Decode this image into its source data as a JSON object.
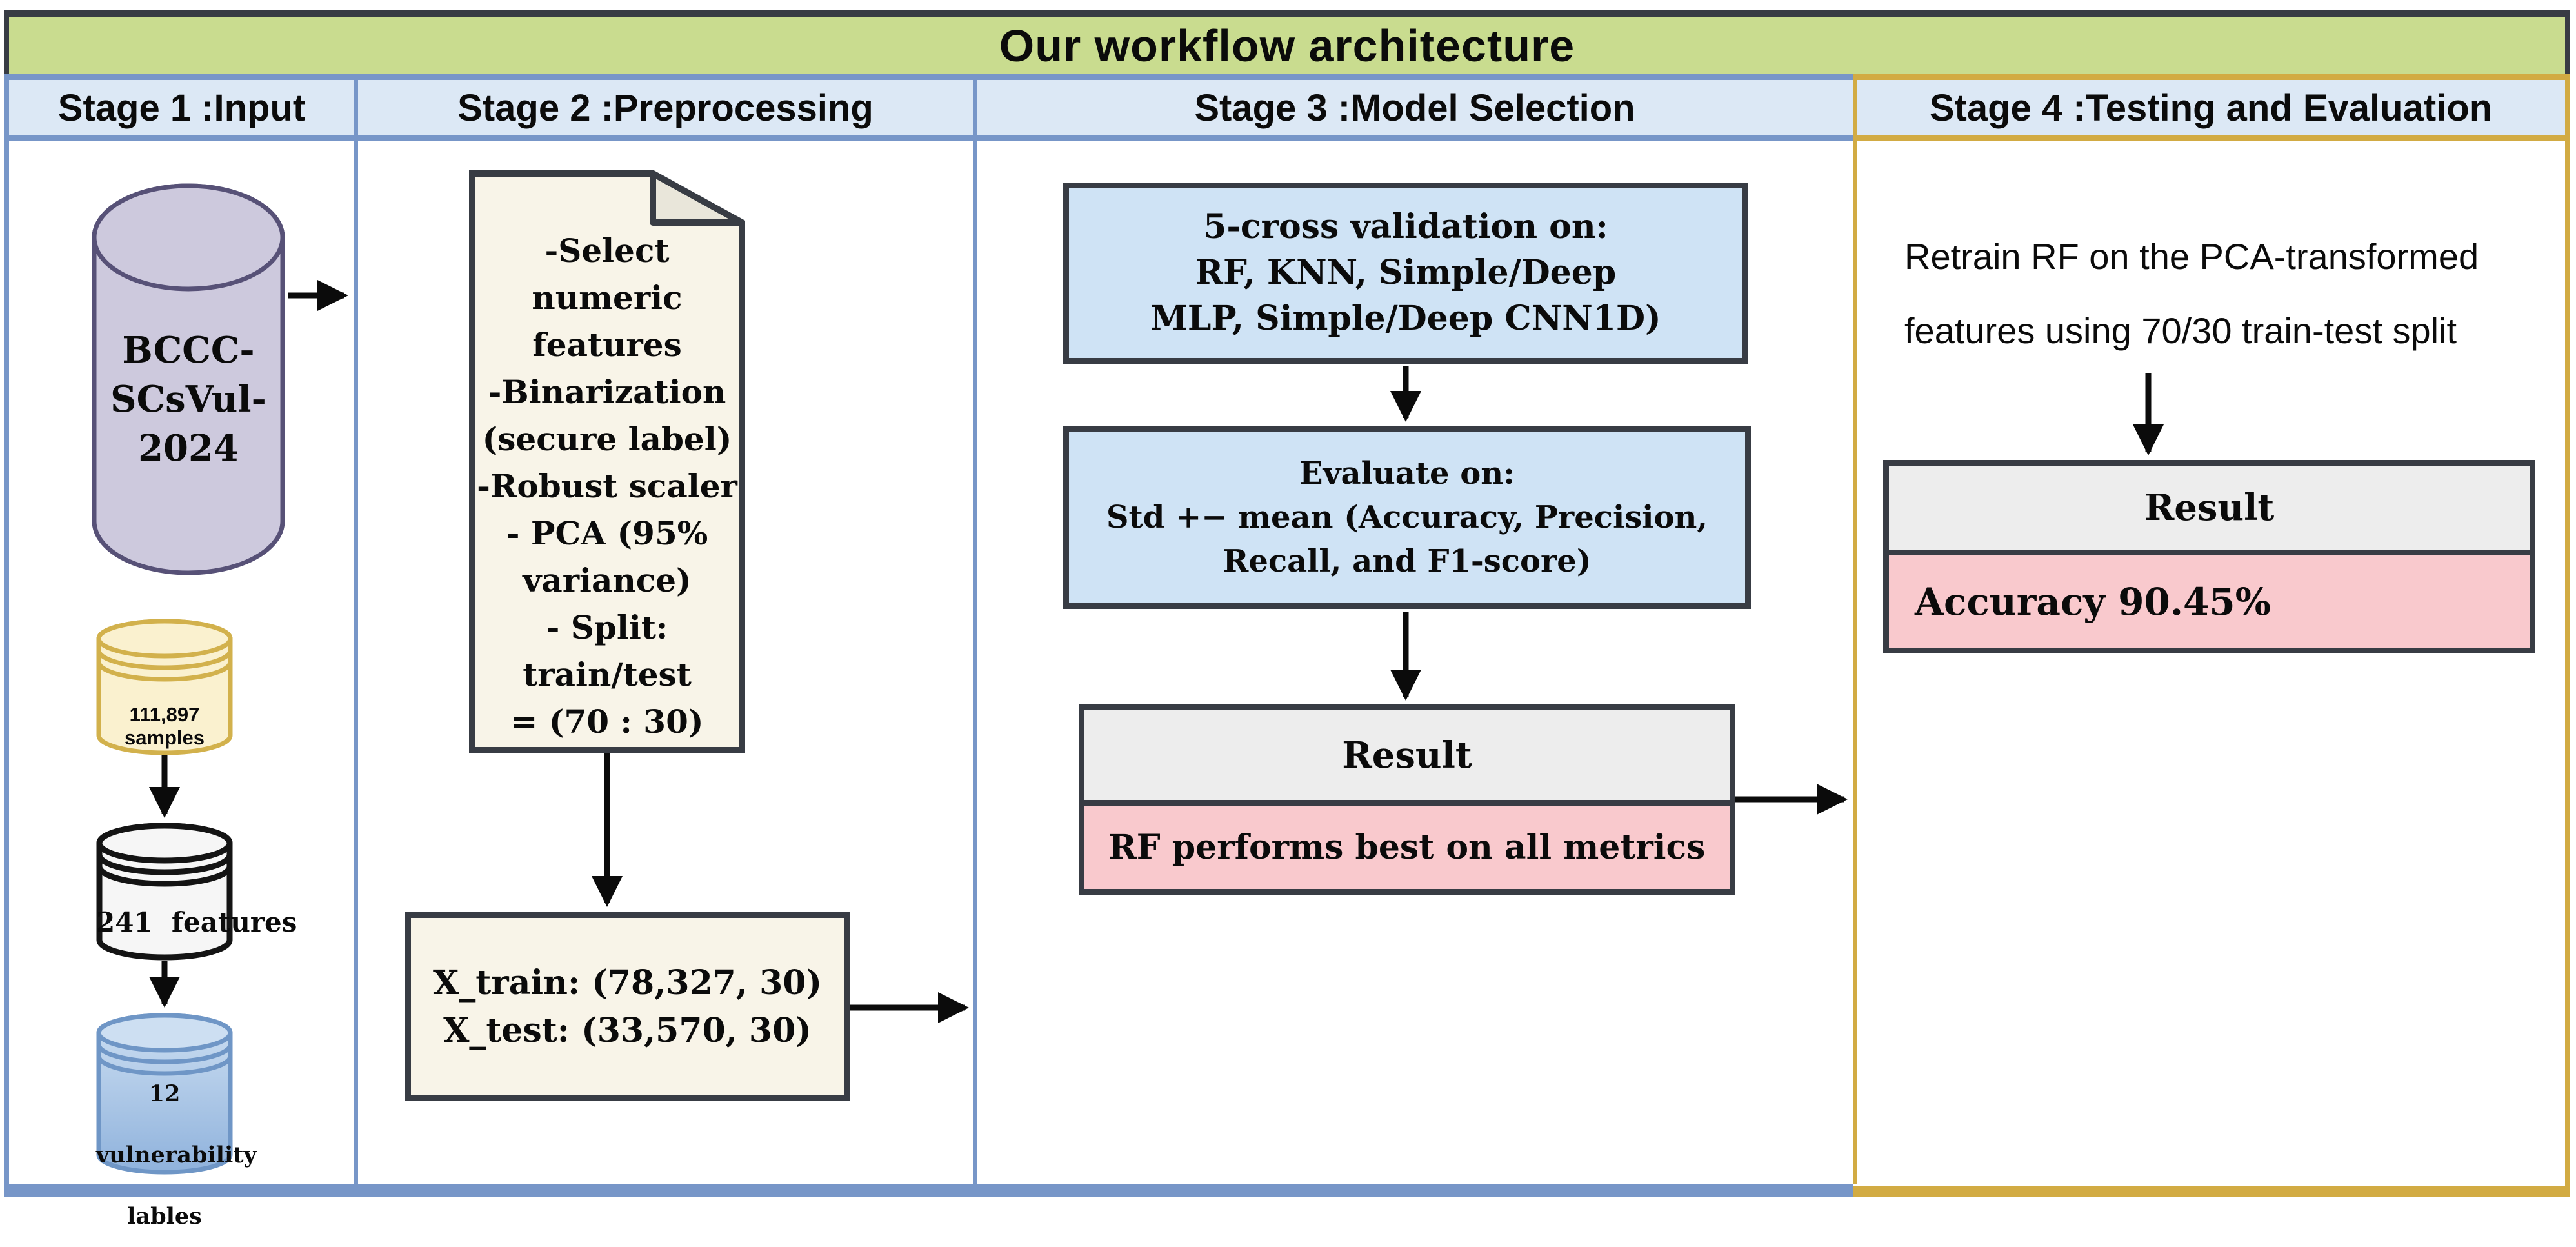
{
  "title": "Our workflow architecture",
  "headers": {
    "s1": "Stage 1 :Input",
    "s2": "Stage 2 :Preprocessing",
    "s3": "Stage 3 :Model Selection",
    "s4": "Stage 4 :Testing and Evaluation"
  },
  "stage1": {
    "dataset": "BCCC-\nSCsVul-\n2024",
    "samples": "111,897 samples",
    "features": "241  features",
    "labels": "12 vulnerability\nlables"
  },
  "stage2": {
    "document": "-Select numeric\nfeatures\n-Binarization\n(secure label)\n-Robust scaler\n- PCA (95%\nvariance)\n- Split: train/test\n= (70 : 30)",
    "split": "X_train: (78,327, 30)\nX_test: (33,570, 30)"
  },
  "stage3": {
    "cv_box": "5-cross validation on:\nRF, KNN, Simple/Deep\nMLP, Simple/Deep CNN1D)",
    "eval_box": "Evaluate on:\nStd +− mean (Accuracy, Precision,\nRecall, and F1-score)",
    "result_header": "Result",
    "result_value": "RF performs best on all metrics"
  },
  "stage4": {
    "description": "Retrain RF on the PCA-transformed\nfeatures using 70/30 train-test split",
    "result_header": "Result",
    "result_value": "Accuracy 90.45%"
  },
  "colors": {
    "title_bg": "#c9dc8f",
    "header_bg": "#dce8f5",
    "frame_blue": "#7796c8",
    "frame_gold": "#d2ab43",
    "box_border": "#383c44",
    "cream": "#f8f4e8",
    "stage3_box_blue": "#cfe3f5",
    "result_gray": "#ededed",
    "result_pink": "#f9c9cd",
    "dataset_cylinder_fill": "#cdc9dd",
    "dataset_cylinder_stroke": "#575177",
    "samples_db_fill": "#faf1cf",
    "samples_db_stroke": "#d2b14c",
    "features_db_fill": "#f6f6f6",
    "features_db_stroke": "#141414",
    "labels_db_stroke": "#6f96c6"
  }
}
